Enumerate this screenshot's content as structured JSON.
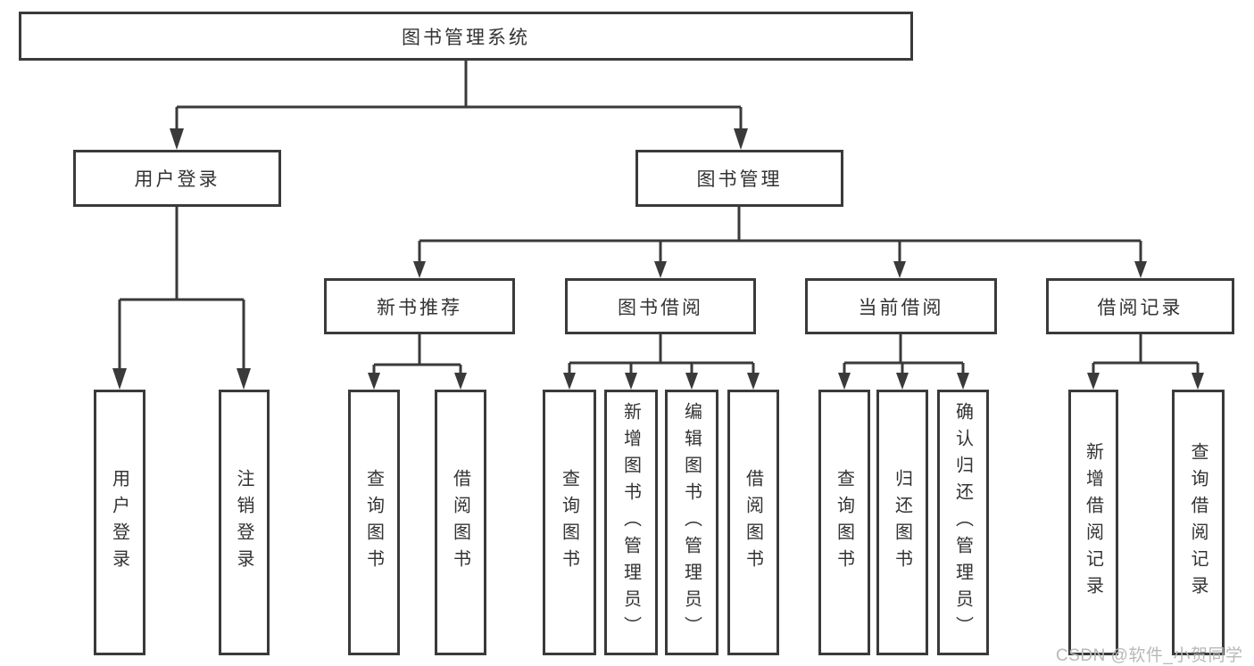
{
  "tree": {
    "label": "图书管理系统",
    "children": [
      {
        "label": "用户登录",
        "children": [
          {
            "label": "用户登录"
          },
          {
            "label": "注销登录"
          }
        ]
      },
      {
        "label": "图书管理",
        "children": [
          {
            "label": "新书推荐",
            "children": [
              {
                "label": "查询图书"
              },
              {
                "label": "借阅图书"
              }
            ]
          },
          {
            "label": "图书借阅",
            "children": [
              {
                "label": "查询图书"
              },
              {
                "label": "新增图书（管理员）"
              },
              {
                "label": "编辑图书（管理员）"
              },
              {
                "label": "借阅图书"
              }
            ]
          },
          {
            "label": "当前借阅",
            "children": [
              {
                "label": "查询图书"
              },
              {
                "label": "归还图书"
              },
              {
                "label": "确认归还（管理员）"
              }
            ]
          },
          {
            "label": "借阅记录",
            "children": [
              {
                "label": "新增借阅记录"
              },
              {
                "label": "查询借阅记录"
              }
            ]
          }
        ]
      }
    ]
  },
  "watermark": {
    "text": "CSDN @软件_小贺同学"
  },
  "colors": {
    "line": "#3a3a3a",
    "text": "#333333",
    "watermark": "#b8b8b8",
    "background": "#ffffff"
  }
}
